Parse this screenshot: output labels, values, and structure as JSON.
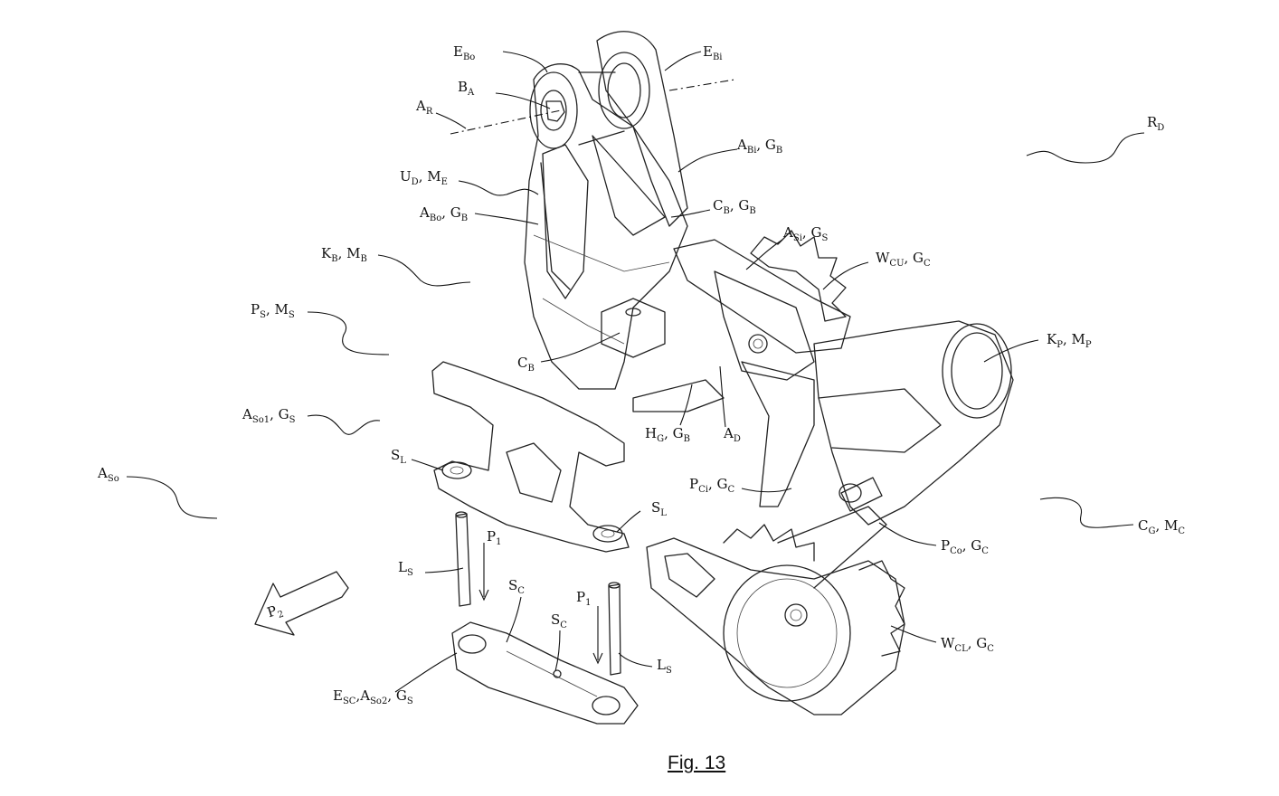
{
  "figure": {
    "caption": "Fig. 13"
  },
  "labels": {
    "E_Bo": {
      "main": "E",
      "sub": "Bo",
      "rest": ""
    },
    "E_Bi": {
      "main": "E",
      "sub": "Bi",
      "rest": ""
    },
    "B_A": {
      "main": "B",
      "sub": "A",
      "rest": ""
    },
    "A_R": {
      "main": "A",
      "sub": "R",
      "rest": ""
    },
    "R_D": {
      "main": "R",
      "sub": "D",
      "rest": ""
    },
    "A_Bi_G_B": {
      "main": "A",
      "sub": "Bi",
      "rest": ", G",
      "sub2": "B"
    },
    "U_D_M_E": {
      "main": "U",
      "sub": "D",
      "rest": ", M",
      "sub2": "E"
    },
    "A_Bo_G_B": {
      "main": "A",
      "sub": "Bo",
      "rest": ", G",
      "sub2": "B"
    },
    "C_B_G_B": {
      "main": "C",
      "sub": "B",
      "rest": ", G",
      "sub2": "B"
    },
    "A_Si_G_S": {
      "main": "A",
      "sub": "Si",
      "rest": ", G",
      "sub2": "S"
    },
    "W_CU_G_C": {
      "main": "W",
      "sub": "CU",
      "rest": ", G",
      "sub2": "C"
    },
    "K_B_M_B": {
      "main": "K",
      "sub": "B",
      "rest": ", M",
      "sub2": "B"
    },
    "P_S_M_S": {
      "main": "P",
      "sub": "S",
      "rest": ", M",
      "sub2": "S"
    },
    "K_P_M_P": {
      "main": "K",
      "sub": "P",
      "rest": ", M",
      "sub2": "P"
    },
    "C_B": {
      "main": "C",
      "sub": "B",
      "rest": ""
    },
    "H_G_G_B": {
      "main": "H",
      "sub": "G",
      "rest": ", G",
      "sub2": "B"
    },
    "A_D": {
      "main": "A",
      "sub": "D",
      "rest": ""
    },
    "A_So1_G_S": {
      "main": "A",
      "sub": "So1",
      "rest": ", G",
      "sub2": "S"
    },
    "S_L_1": {
      "main": "S",
      "sub": "L",
      "rest": ""
    },
    "S_L_2": {
      "main": "S",
      "sub": "L",
      "rest": ""
    },
    "A_So": {
      "main": "A",
      "sub": "So",
      "rest": ""
    },
    "P_Ci_G_C": {
      "main": "P",
      "sub": "Ci",
      "rest": ", G",
      "sub2": "C"
    },
    "C_G_M_C": {
      "main": "C",
      "sub": "G",
      "rest": ", M",
      "sub2": "C"
    },
    "P_1_a": {
      "main": "P",
      "sub": "1",
      "rest": ""
    },
    "P_1_b": {
      "main": "P",
      "sub": "1",
      "rest": ""
    },
    "L_S_1": {
      "main": "L",
      "sub": "S",
      "rest": ""
    },
    "L_S_2": {
      "main": "L",
      "sub": "S",
      "rest": ""
    },
    "P_Co_G_C": {
      "main": "P",
      "sub": "Co",
      "rest": ", G",
      "sub2": "C"
    },
    "S_C_1": {
      "main": "S",
      "sub": "C",
      "rest": ""
    },
    "S_C_2": {
      "main": "S",
      "sub": "C",
      "rest": ""
    },
    "P_2": {
      "main": "P",
      "sub": "2",
      "rest": ""
    },
    "W_CL_G_C": {
      "main": "W",
      "sub": "CL",
      "rest": ", G",
      "sub2": "C"
    },
    "E_SC": {
      "main": "E",
      "sub": "SC",
      "rest": ",A",
      "sub2": "So2",
      "rest2": ", G",
      "sub3": "S"
    }
  }
}
